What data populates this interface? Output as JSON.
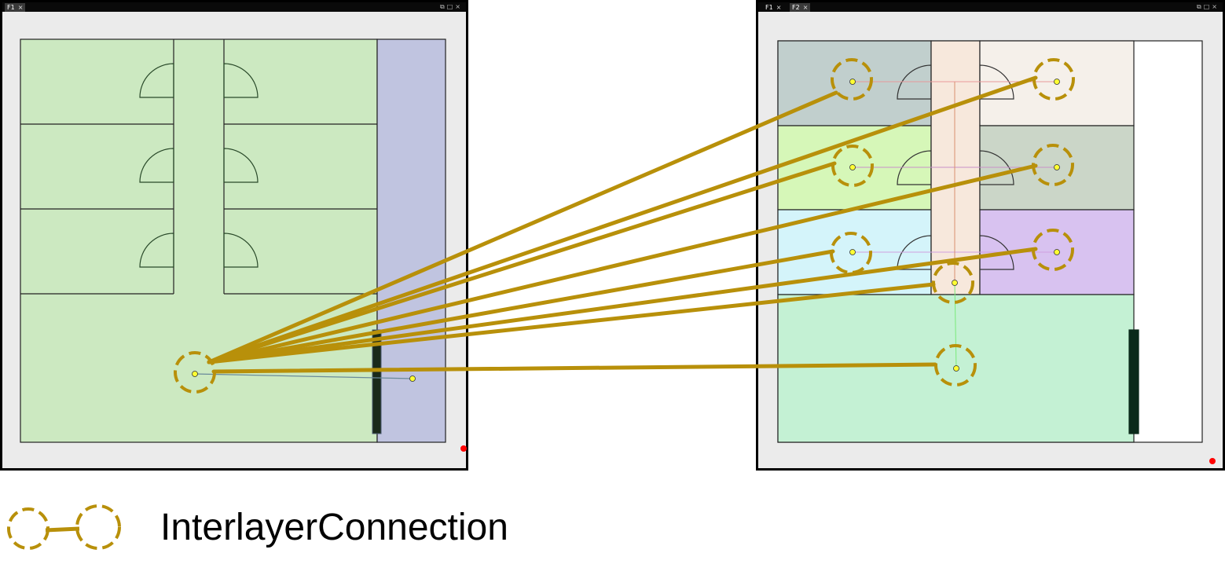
{
  "window_left": {
    "tabs": [
      {
        "label": "F1",
        "active": true
      }
    ]
  },
  "window_right": {
    "tabs": [
      {
        "label": "F1",
        "active": false
      },
      {
        "label": "F2",
        "active": true
      }
    ]
  },
  "legend": {
    "label": "InterlayerConnection"
  },
  "colors": {
    "connection": "#b8900a",
    "node_fill": "#ffff33",
    "f1_main_room": "#cce9c1",
    "f1_side_room": "#c0c4e0",
    "f2_room_1": "#c1cfcd",
    "f2_room_2": "#d6f7b8",
    "f2_room_3": "#d4f4fa",
    "f2_corridor": "#f7e8dc",
    "f2_room_4": "#f5f0ea",
    "f2_room_5": "#cbd6c8",
    "f2_room_6": "#d8c2f0",
    "f2_main_room": "#c4f1d4",
    "marker_red": "#ff0000"
  },
  "icons": {
    "close": "close-icon",
    "window_controls": "window-controls-icon"
  }
}
